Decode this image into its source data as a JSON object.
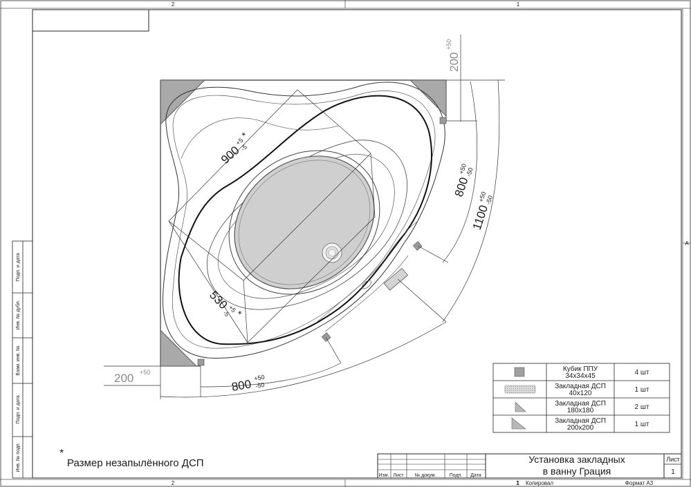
{
  "sheet": {
    "zone_top_left": "2",
    "zone_top_right": "1",
    "zone_bottom_left": "2",
    "zone_bottom_right": "1",
    "zone_right": "A"
  },
  "side_labels": [
    "Подп. и дата",
    "Инв. № дубл.",
    "Взам. инв. №",
    "Подп. и дата",
    "Инв. № подп."
  ],
  "dimensions": {
    "d900": {
      "value": "900",
      "tol_plus": "+5",
      "tol_minus": "-5",
      "star": "*"
    },
    "d530": {
      "value": "530",
      "tol_plus": "+5",
      "tol_minus": "-5",
      "star": "*"
    },
    "d800_right": {
      "value": "800",
      "tol_plus": "+50",
      "tol_minus": "-50"
    },
    "d1100": {
      "value": "1100",
      "tol_plus": "+50",
      "tol_minus": "-50"
    },
    "d200_top": {
      "value": "200",
      "tol_plus": "+50"
    },
    "d200_left": {
      "value": "200",
      "tol_plus": "+50"
    },
    "d800_bottom": {
      "value": "800",
      "tol_plus": "+50",
      "tol_minus": "-50"
    }
  },
  "legend": [
    {
      "name": "Кубик ППУ",
      "size": "34x34x45",
      "qty": "4 шт",
      "icon": "square-swatch"
    },
    {
      "name": "Закладная ДСП",
      "size": "40x120",
      "qty": "1 шт",
      "icon": "strip-swatch"
    },
    {
      "name": "Закладная ДСП",
      "size": "180x180",
      "qty": "2 шт",
      "icon": "triangle-swatch"
    },
    {
      "name": "Закладная ДСП",
      "size": "200x200",
      "qty": "1 шт",
      "icon": "triangle-swatch"
    }
  ],
  "footnote": {
    "star": "*",
    "text": "Размер незапылённого ДСП"
  },
  "title_block": {
    "title_line1": "Установка закладных",
    "title_line2": "в ванну Грация",
    "sheet_label": "Лист",
    "sheet_number": "1",
    "cols": [
      "Изм.",
      "Лист",
      "№ докум.",
      "Подп.",
      "Дата"
    ]
  },
  "bottom": {
    "page": "1",
    "copied": "Копировал",
    "format": "Формат А3"
  }
}
